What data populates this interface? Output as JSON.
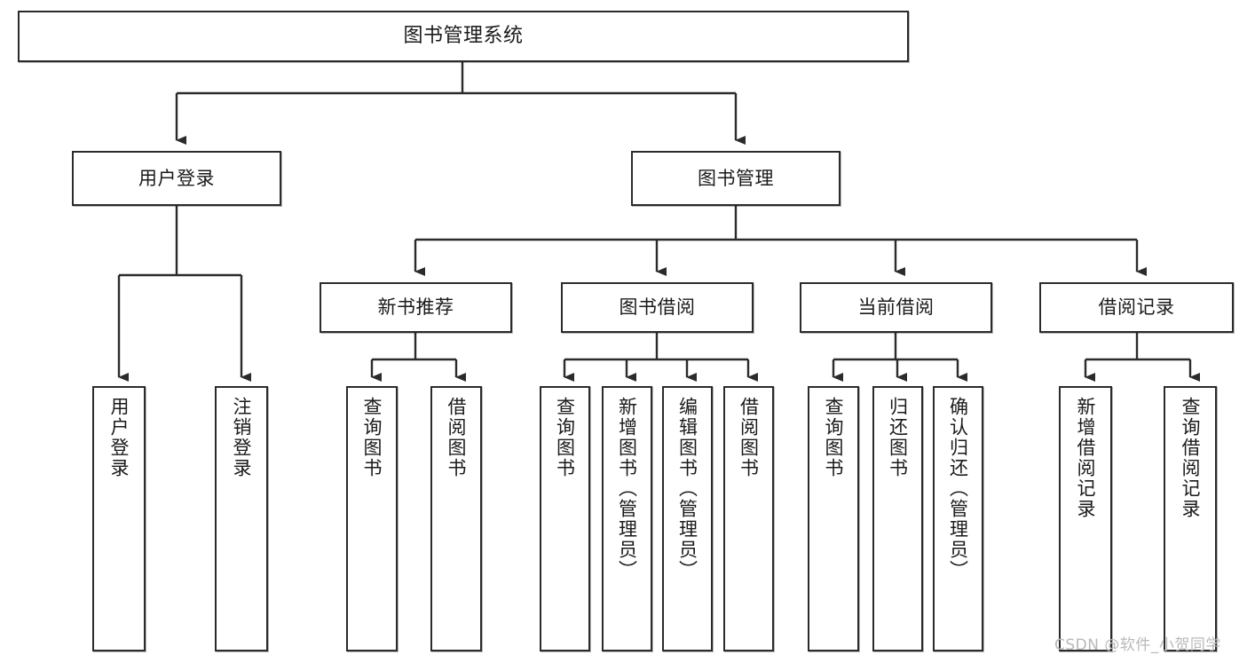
{
  "diagram": {
    "title": "图书管理系统",
    "type": "tree-hierarchy-diagram",
    "stroke_color": "#2b2b2b",
    "fill_color": "#ffffff",
    "text_color": "#1a1a1a",
    "root": {
      "id": "root",
      "label": "图书管理系统"
    },
    "level2": [
      {
        "id": "user-login",
        "label": "用户登录"
      },
      {
        "id": "book-manage",
        "label": "图书管理"
      }
    ],
    "level3": [
      {
        "id": "new-book-recommend",
        "label": "新书推荐",
        "parent": "book-manage"
      },
      {
        "id": "book-borrow",
        "label": "图书借阅",
        "parent": "book-manage"
      },
      {
        "id": "current-borrow",
        "label": "当前借阅",
        "parent": "book-manage"
      },
      {
        "id": "borrow-record",
        "label": "借阅记录",
        "parent": "book-manage"
      }
    ],
    "leaves": [
      {
        "id": "leaf-user-login",
        "label": "用户登录",
        "parent": "user-login"
      },
      {
        "id": "leaf-logout-login",
        "label": "注销登录",
        "parent": "user-login"
      },
      {
        "id": "leaf-query-book-1",
        "label": "查询图书",
        "parent": "new-book-recommend"
      },
      {
        "id": "leaf-borrow-book-1",
        "label": "借阅图书",
        "parent": "new-book-recommend"
      },
      {
        "id": "leaf-query-book-2",
        "label": "查询图书",
        "parent": "book-borrow"
      },
      {
        "id": "leaf-add-book",
        "label": "新增图书（管理员）",
        "parent": "book-borrow"
      },
      {
        "id": "leaf-edit-book",
        "label": "编辑图书（管理员）",
        "parent": "book-borrow"
      },
      {
        "id": "leaf-borrow-book-2",
        "label": "借阅图书",
        "parent": "book-borrow"
      },
      {
        "id": "leaf-query-book-3",
        "label": "查询图书",
        "parent": "current-borrow"
      },
      {
        "id": "leaf-return-book",
        "label": "归还图书",
        "parent": "current-borrow"
      },
      {
        "id": "leaf-confirm-return",
        "label": "确认归还（管理员）",
        "parent": "current-borrow"
      },
      {
        "id": "leaf-add-record",
        "label": "新增借阅记录",
        "parent": "borrow-record"
      },
      {
        "id": "leaf-query-record",
        "label": "查询借阅记录",
        "parent": "borrow-record"
      }
    ]
  },
  "watermark": {
    "text": "CSDN @软件_小贺同学"
  }
}
